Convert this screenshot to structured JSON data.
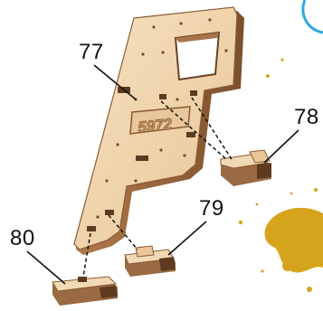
{
  "diagram": {
    "parts": [
      {
        "number": "77",
        "name": "main-panel"
      },
      {
        "number": "78",
        "name": "right-foot-bracket"
      },
      {
        "number": "79",
        "name": "middle-foot-bracket"
      },
      {
        "number": "80",
        "name": "left-foot-bracket"
      }
    ],
    "panel_engraving": "5972"
  },
  "colors": {
    "wood_face": "#f1d9b6",
    "wood_edge": "#9a6a43",
    "wood_dark": "#5e3a20",
    "paint_splash": "#d6a41c",
    "ring_accent": "#2ea8e0",
    "leader_line": "#111111"
  }
}
